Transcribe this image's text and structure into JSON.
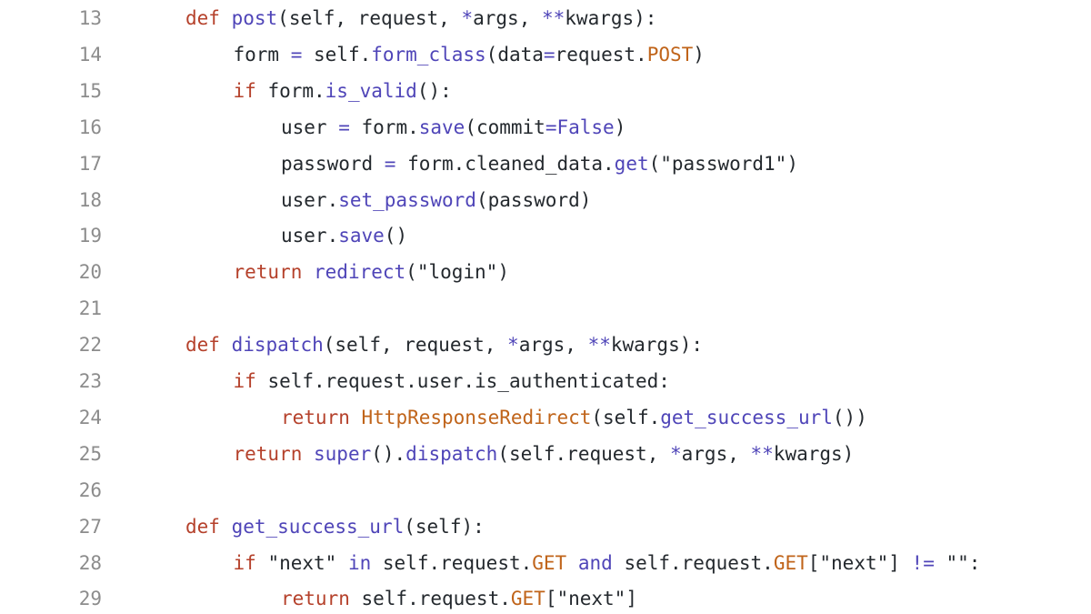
{
  "editor": {
    "colors": {
      "background": "#ffffff",
      "line_number": "#8c8c8c",
      "keyword": "#b5412b",
      "function": "#4f45b8",
      "constant": "#c0641a",
      "text": "#24292e"
    },
    "lines": [
      {
        "number": "13",
        "indent": 1,
        "tokens": [
          {
            "t": "def",
            "k": "kw"
          },
          {
            "t": " ",
            "k": "plain"
          },
          {
            "t": "post",
            "k": "fn"
          },
          {
            "t": "(self, request, ",
            "k": "plain"
          },
          {
            "t": "*",
            "k": "op"
          },
          {
            "t": "args, ",
            "k": "plain"
          },
          {
            "t": "**",
            "k": "op"
          },
          {
            "t": "kwargs):",
            "k": "plain"
          }
        ]
      },
      {
        "number": "14",
        "indent": 2,
        "tokens": [
          {
            "t": "form ",
            "k": "plain"
          },
          {
            "t": "=",
            "k": "op"
          },
          {
            "t": " self.",
            "k": "plain"
          },
          {
            "t": "form_class",
            "k": "fn"
          },
          {
            "t": "(data",
            "k": "plain"
          },
          {
            "t": "=",
            "k": "op"
          },
          {
            "t": "request.",
            "k": "plain"
          },
          {
            "t": "POST",
            "k": "const"
          },
          {
            "t": ")",
            "k": "plain"
          }
        ]
      },
      {
        "number": "15",
        "indent": 2,
        "tokens": [
          {
            "t": "if",
            "k": "kw"
          },
          {
            "t": " form.",
            "k": "plain"
          },
          {
            "t": "is_valid",
            "k": "fn"
          },
          {
            "t": "():",
            "k": "plain"
          }
        ]
      },
      {
        "number": "16",
        "indent": 3,
        "tokens": [
          {
            "t": "user ",
            "k": "plain"
          },
          {
            "t": "=",
            "k": "op"
          },
          {
            "t": " form.",
            "k": "plain"
          },
          {
            "t": "save",
            "k": "fn"
          },
          {
            "t": "(commit",
            "k": "plain"
          },
          {
            "t": "=",
            "k": "op"
          },
          {
            "t": "False",
            "k": "fn"
          },
          {
            "t": ")",
            "k": "plain"
          }
        ]
      },
      {
        "number": "17",
        "indent": 3,
        "tokens": [
          {
            "t": "password ",
            "k": "plain"
          },
          {
            "t": "=",
            "k": "op"
          },
          {
            "t": " form.cleaned_data.",
            "k": "plain"
          },
          {
            "t": "get",
            "k": "fn"
          },
          {
            "t": "(\"password1\")",
            "k": "plain"
          }
        ]
      },
      {
        "number": "18",
        "indent": 3,
        "tokens": [
          {
            "t": "user.",
            "k": "plain"
          },
          {
            "t": "set_password",
            "k": "fn"
          },
          {
            "t": "(password)",
            "k": "plain"
          }
        ]
      },
      {
        "number": "19",
        "indent": 3,
        "tokens": [
          {
            "t": "user.",
            "k": "plain"
          },
          {
            "t": "save",
            "k": "fn"
          },
          {
            "t": "()",
            "k": "plain"
          }
        ]
      },
      {
        "number": "20",
        "indent": 2,
        "tokens": [
          {
            "t": "return",
            "k": "kw"
          },
          {
            "t": " ",
            "k": "plain"
          },
          {
            "t": "redirect",
            "k": "fn"
          },
          {
            "t": "(\"login\")",
            "k": "plain"
          }
        ]
      },
      {
        "number": "21",
        "indent": 0,
        "tokens": []
      },
      {
        "number": "22",
        "indent": 1,
        "tokens": [
          {
            "t": "def",
            "k": "kw"
          },
          {
            "t": " ",
            "k": "plain"
          },
          {
            "t": "dispatch",
            "k": "fn"
          },
          {
            "t": "(self, request, ",
            "k": "plain"
          },
          {
            "t": "*",
            "k": "op"
          },
          {
            "t": "args, ",
            "k": "plain"
          },
          {
            "t": "**",
            "k": "op"
          },
          {
            "t": "kwargs):",
            "k": "plain"
          }
        ]
      },
      {
        "number": "23",
        "indent": 2,
        "tokens": [
          {
            "t": "if",
            "k": "kw"
          },
          {
            "t": " self.request.user.is_authenticated:",
            "k": "plain"
          }
        ]
      },
      {
        "number": "24",
        "indent": 3,
        "tokens": [
          {
            "t": "return",
            "k": "kw"
          },
          {
            "t": " ",
            "k": "plain"
          },
          {
            "t": "HttpResponseRedirect",
            "k": "const"
          },
          {
            "t": "(self.",
            "k": "plain"
          },
          {
            "t": "get_success_url",
            "k": "fn"
          },
          {
            "t": "())",
            "k": "plain"
          }
        ]
      },
      {
        "number": "25",
        "indent": 2,
        "tokens": [
          {
            "t": "return",
            "k": "kw"
          },
          {
            "t": " ",
            "k": "plain"
          },
          {
            "t": "super",
            "k": "fn"
          },
          {
            "t": "().",
            "k": "plain"
          },
          {
            "t": "dispatch",
            "k": "fn"
          },
          {
            "t": "(self.request, ",
            "k": "plain"
          },
          {
            "t": "*",
            "k": "op"
          },
          {
            "t": "args, ",
            "k": "plain"
          },
          {
            "t": "**",
            "k": "op"
          },
          {
            "t": "kwargs)",
            "k": "plain"
          }
        ]
      },
      {
        "number": "26",
        "indent": 0,
        "tokens": []
      },
      {
        "number": "27",
        "indent": 1,
        "tokens": [
          {
            "t": "def",
            "k": "kw"
          },
          {
            "t": " ",
            "k": "plain"
          },
          {
            "t": "get_success_url",
            "k": "fn"
          },
          {
            "t": "(self):",
            "k": "plain"
          }
        ]
      },
      {
        "number": "28",
        "indent": 2,
        "tokens": [
          {
            "t": "if",
            "k": "kw"
          },
          {
            "t": " \"next\" ",
            "k": "plain"
          },
          {
            "t": "in",
            "k": "op"
          },
          {
            "t": " self.request.",
            "k": "plain"
          },
          {
            "t": "GET",
            "k": "const"
          },
          {
            "t": " ",
            "k": "plain"
          },
          {
            "t": "and",
            "k": "op"
          },
          {
            "t": " self.request.",
            "k": "plain"
          },
          {
            "t": "GET",
            "k": "const"
          },
          {
            "t": "[\"next\"] ",
            "k": "plain"
          },
          {
            "t": "!=",
            "k": "op"
          },
          {
            "t": " \"\":",
            "k": "plain"
          }
        ]
      },
      {
        "number": "29",
        "indent": 3,
        "tokens": [
          {
            "t": "return",
            "k": "kw"
          },
          {
            "t": " self.request.",
            "k": "plain"
          },
          {
            "t": "GET",
            "k": "const"
          },
          {
            "t": "[\"next\"]",
            "k": "plain"
          }
        ]
      }
    ]
  }
}
